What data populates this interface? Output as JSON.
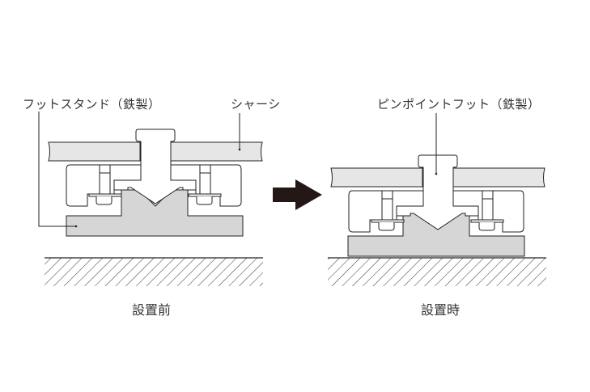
{
  "labels": {
    "foot_stand": "フットスタンド（鉄製）",
    "chassis": "シャーシ",
    "pinpoint_foot": "ピンポイントフット（鉄製）"
  },
  "captions": {
    "before": "設置前",
    "after": "設置時"
  },
  "colors": {
    "stand_fill": "#d6d6d6",
    "chassis_fill": "#e6e6e6",
    "arrow": "#231815"
  }
}
